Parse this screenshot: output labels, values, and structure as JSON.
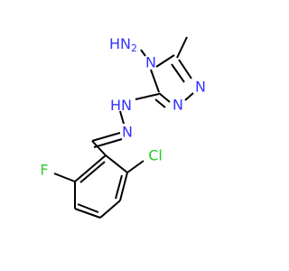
{
  "molecule": {
    "colors": {
      "bond": "#000000",
      "nitrogen": "#3333ff",
      "fluorine": "#33cc33",
      "chlorine": "#1fcf1f",
      "background": "#ffffff"
    },
    "labels": {
      "amino_h": "H",
      "amino_n": "N",
      "amino_2": "2",
      "n4": "N",
      "n2": "N",
      "n1": "N",
      "hydrazone_nh": "N",
      "hydrazone_h": "H",
      "imine_n": "N",
      "fluorine": "F",
      "chlorine": "Cl"
    }
  }
}
